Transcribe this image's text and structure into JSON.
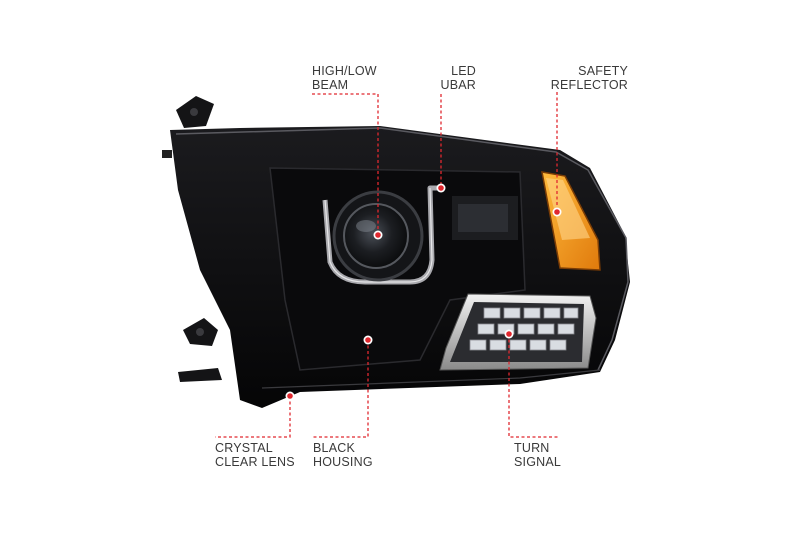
{
  "colors": {
    "background": "#ffffff",
    "housing": "#0d0d0f",
    "amber": "#f39a1b",
    "callout": "#e0282f",
    "text": "#3a3a3a"
  },
  "callouts": {
    "high_low_beam": {
      "line1": "HIGH/LOW",
      "line2": "BEAM"
    },
    "led_ubar": {
      "line1": "LED",
      "line2": "UBAR"
    },
    "safety_reflector": {
      "line1": "SAFETY",
      "line2": "REFLECTOR"
    },
    "crystal_clear_lens": {
      "line1": "CRYSTAL",
      "line2": "CLEAR LENS"
    },
    "black_housing": {
      "line1": "BLACK",
      "line2": "HOUSING"
    },
    "turn_signal": {
      "line1": "TURN",
      "line2": "SIGNAL"
    }
  }
}
